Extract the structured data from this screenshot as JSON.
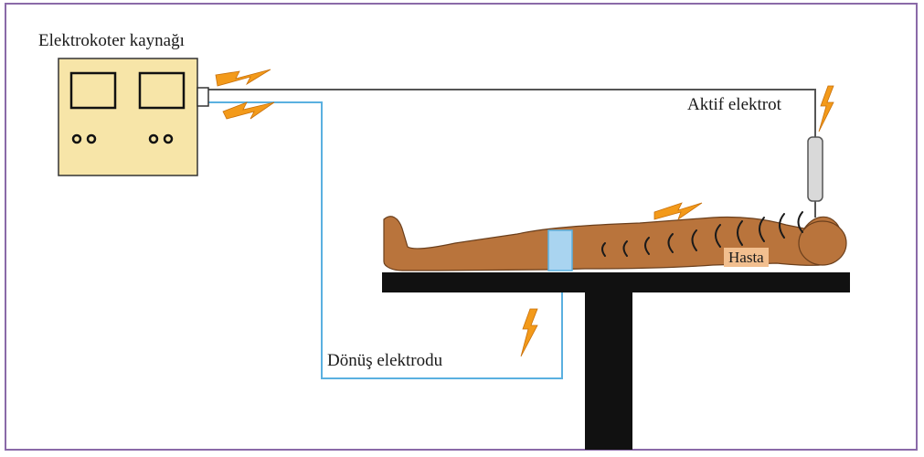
{
  "labels": {
    "source": "Elektrokoter kaynağı",
    "active_electrode": "Aktif elektrot",
    "return_electrode": "Dönüş elektrodu",
    "patient": "Hasta"
  },
  "colors": {
    "frame": "#8a6aa8",
    "device_fill": "#f7e5a8",
    "active_wire": "#555555",
    "return_wire": "#5ab0e0",
    "return_pad": "#a9d4f0",
    "body": "#b9743c",
    "table": "#111111",
    "spark": "#f39a1a",
    "hasta_bg": "#f2bf8f"
  }
}
